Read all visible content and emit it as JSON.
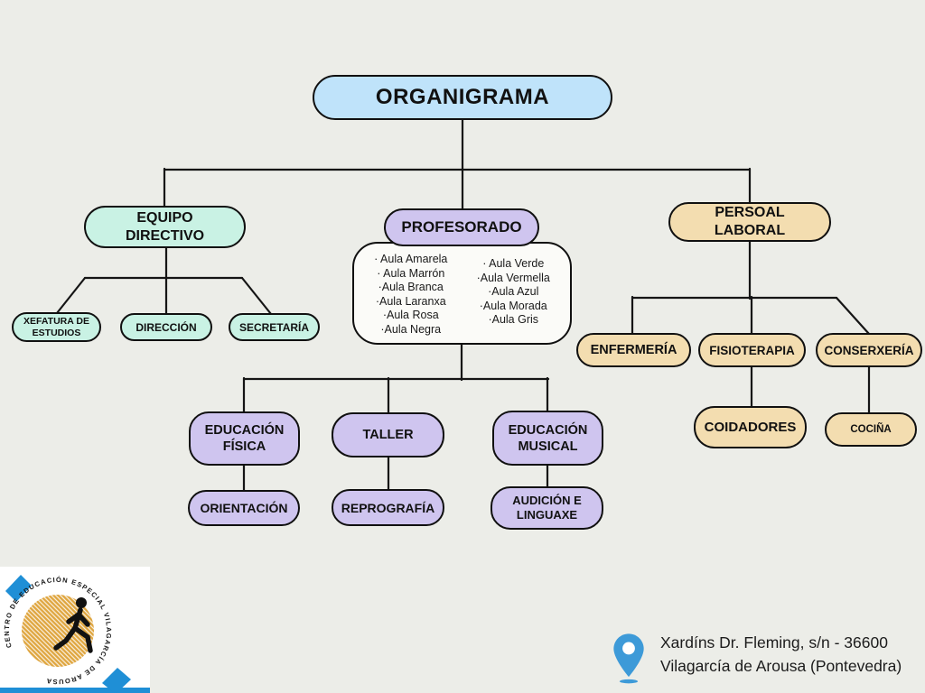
{
  "nodes": {
    "organigrama": {
      "label": "ORGANIGRAMA"
    },
    "equipo_directivo": {
      "label": "EQUIPO DIRECTIVO"
    },
    "xefatura": {
      "label": "XEFATURA DE ESTUDIOS"
    },
    "direccion": {
      "label": "DIRECCIÓN"
    },
    "secretaria": {
      "label": "SECRETARÍA"
    },
    "profesorado": {
      "label": "PROFESORADO",
      "aulas_left": [
        "· Aula Amarela",
        "· Aula Marrón",
        "·Aula Branca",
        "·Aula Laranxa",
        "·Aula Rosa",
        "·Aula Negra"
      ],
      "aulas_right": [
        "· Aula Verde",
        "·Aula Vermella",
        "·Aula Azul",
        "·Aula Morada",
        "·Aula Gris"
      ]
    },
    "educacion_fisica": {
      "label": "EDUCACIÓN FÍSICA"
    },
    "taller": {
      "label": "TALLER"
    },
    "educacion_musical": {
      "label": "EDUCACIÓN MUSICAL"
    },
    "orientacion": {
      "label": "ORIENTACIÓN"
    },
    "reprografia": {
      "label": "REPROGRAFÍA"
    },
    "audicion_linguaxe": {
      "label": "AUDICIÓN E LINGUAXE"
    },
    "persoal_laboral": {
      "label": "PERSOAL LABORAL"
    },
    "enfermeria": {
      "label": "ENFERMERÍA"
    },
    "fisioterapia": {
      "label": "FISIOTERAPIA"
    },
    "conserxeria": {
      "label": "CONSERXERÍA"
    },
    "coidadores": {
      "label": "COIDADORES"
    },
    "cocina": {
      "label": "COCIÑA"
    }
  },
  "footer": {
    "address_line1": "Xardíns Dr. Fleming, s/n - 36600",
    "address_line2": "Vilagarcía de Arousa (Pontevedra)"
  },
  "logo": {
    "ring_text": "CENTRO DE EDUCACIÓN ESPECIAL  VILAGARCÍA DE AROUSA"
  },
  "colors": {
    "background": "#ecede8",
    "title_blue": "#bfe3fa",
    "mint": "#c9f2e4",
    "purple": "#cfc5ef",
    "tan": "#f3ddb0",
    "aula_box": "#fbfbf8",
    "line": "#151515",
    "pin_blue": "#3d9ad8",
    "logo_gold": "#dfa640",
    "logo_blue": "#1f8fd6"
  }
}
